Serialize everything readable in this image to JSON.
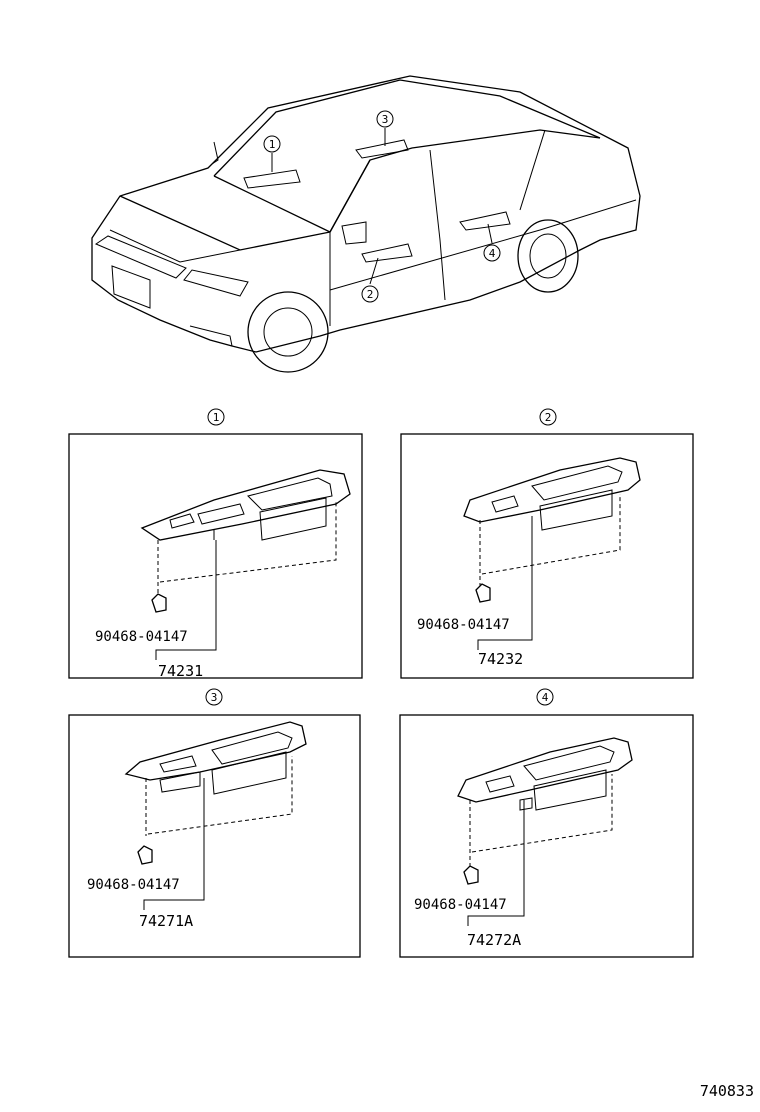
{
  "car": {
    "callouts": [
      "1",
      "2",
      "3",
      "4"
    ]
  },
  "panels": [
    {
      "ref": "1",
      "clip": "90468-04147",
      "assembly": "74231"
    },
    {
      "ref": "2",
      "clip": "90468-04147",
      "assembly": "74232"
    },
    {
      "ref": "3",
      "clip": "90468-04147",
      "assembly": "74271A"
    },
    {
      "ref": "4",
      "clip": "90468-04147",
      "assembly": "74272A"
    }
  ],
  "diagram_code": "740833"
}
